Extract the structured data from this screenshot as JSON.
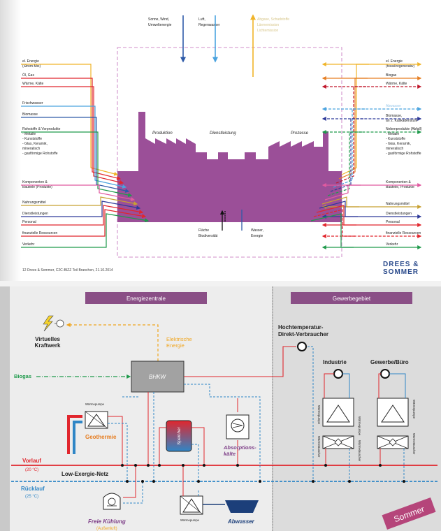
{
  "slide1": {
    "top_labels": {
      "sun_wind": [
        "Sonne, Wind,",
        "Umweltenergie"
      ],
      "air_rain": [
        "Luft,",
        "Regenwasser"
      ],
      "emissions": [
        "Abgase, Schadstoffe",
        "Lärmemission",
        "Lichtemission"
      ]
    },
    "left_inputs": [
      {
        "lines": [
          "el. Energie",
          "(Strom-Mix)"
        ]
      },
      {
        "lines": [
          "Öl, Gas"
        ]
      },
      {
        "lines": [
          "Wärme, Kälte"
        ]
      },
      {
        "lines": [
          "Frischwasser"
        ]
      },
      {
        "lines": [
          "Biomasse"
        ]
      },
      {
        "lines": [
          "Rohstoffe & Vorprodukte",
          "- Metalle",
          "- Kunststoffe",
          "- Glas, Keramik,",
          "  mineralisch",
          "- gasförmige Rohstoffe"
        ]
      },
      {
        "lines": [
          "Komponenten &",
          "Bauteile (Produkte)"
        ]
      },
      {
        "lines": [
          "Nahrungsmittel"
        ]
      },
      {
        "lines": [
          "Dienstleistungen"
        ]
      },
      {
        "lines": [
          "Personal"
        ]
      },
      {
        "lines": [
          "finanzielle Ressourcen"
        ]
      },
      {
        "lines": [
          "Verkehr"
        ]
      }
    ],
    "right_outputs": [
      {
        "lines": [
          "el. Energie",
          "(fossil/regenerativ)"
        ]
      },
      {
        "lines": [
          "Biogas"
        ]
      },
      {
        "lines": [
          "Wärme, Kälte"
        ]
      },
      {
        "lines": [
          "Abwasser"
        ]
      },
      {
        "lines": [
          "Biomasse,",
          "an 2. Kaskadenstufe"
        ]
      },
      {
        "lines": [
          "Nebenprodukte (Abfall)",
          "- Metalle",
          "- Kunststoffe",
          "- Glas, Keramik,",
          "  mineralisch",
          "- gasförmige Rohstoffe"
        ]
      },
      {
        "lines": [
          "Komponenten &",
          "Bauteile, Produkte"
        ]
      },
      {
        "lines": [
          "Nahrungsmittel"
        ]
      },
      {
        "lines": [
          "Dienstleistungen"
        ]
      },
      {
        "lines": [
          "Personal"
        ]
      },
      {
        "lines": [
          "finanzielle Ressourcen"
        ]
      },
      {
        "lines": [
          "Verkehr"
        ]
      }
    ],
    "factory_labels": {
      "produktion": "Produktion",
      "dienstleistung": "Dienstleistung",
      "prozesse": "Prozesse"
    },
    "bottom_labels": {
      "flaeche": [
        "Fläche",
        "Biodiversität"
      ],
      "wasser": [
        "Wasser,",
        "Energie"
      ]
    },
    "footer": "12   Drees & Sommer, C2C-BIZZ Teil Branchen, 21.10.2014",
    "logo": [
      "DREES &",
      "SOMMER"
    ],
    "colors": {
      "factory": "#9b4f98",
      "frame": "#d9a3d4"
    }
  },
  "slide2": {
    "energiezentrale": "Energiezentrale",
    "gewerbegebiet": "Gewerbegebiet",
    "virtuelles_kraftwerk": [
      "Virtuelles",
      "Kraftwerk"
    ],
    "elektrische_energie": [
      "Elektrische",
      "Energie"
    ],
    "biogas": "Biogas",
    "bhkw": "BHKW",
    "hochtemperatur": [
      "Hochtemperatur-",
      "Direkt-Verbraucher"
    ],
    "industrie": "Industrie",
    "gewerbe": "Gewerbe/Büro",
    "waermepumpe": "Wärmepumpe",
    "geothermie": "Geothermie",
    "speicher": "Speicher",
    "absorption": [
      "Absorptions-",
      "kälte"
    ],
    "vorlauf": "Vorlauf",
    "vorlauf_temp": "(20 °C)",
    "low_exergie": "Low-Exergie-Netz",
    "ruecklauf": "Rücklauf",
    "ruecklauf_temp": "(25 °C)",
    "freie_kuehlung": "Freie Kühlung",
    "aussenluft": "(Außenluft)",
    "abwasser": "Abwasser",
    "waermetauscher": "Wärmetauscher",
    "sommer": "Sommer",
    "colors": {
      "header": "#8a4f86",
      "red": "#e1262d",
      "blue": "#2f86c6",
      "green": "#1f9a4b",
      "orange": "#f0a51e",
      "violet": "#7e3f88"
    }
  }
}
